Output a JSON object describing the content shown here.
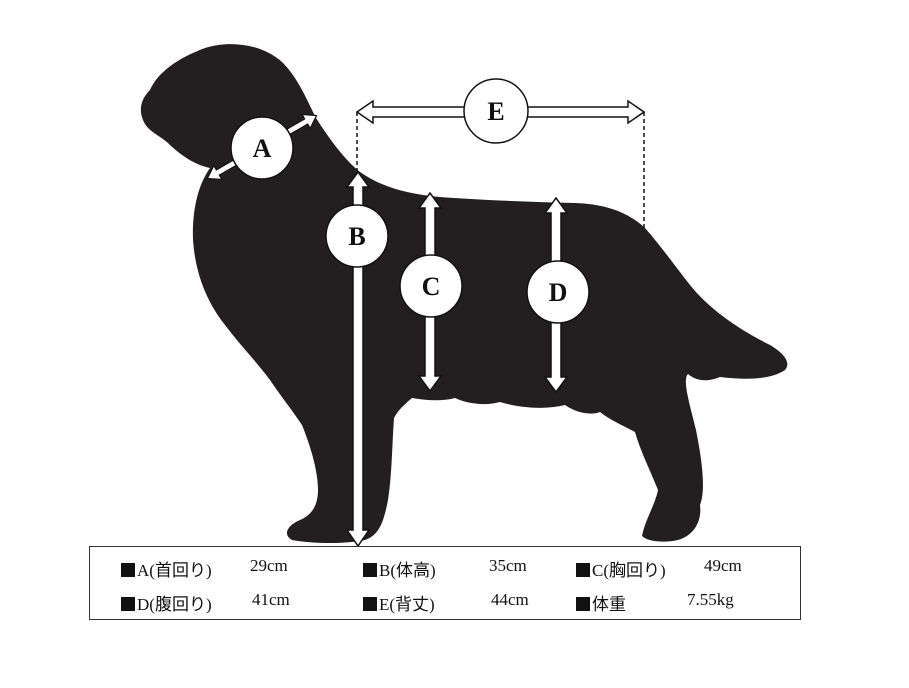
{
  "labels": {
    "a": "A",
    "b": "B",
    "c": "C",
    "d": "D",
    "e": "E"
  },
  "specs": [
    {
      "label": "A(首回り)",
      "value": "29cm"
    },
    {
      "label": "B(体高)",
      "value": "35cm"
    },
    {
      "label": "C(胸回り)",
      "value": "49cm"
    },
    {
      "label": "D(腹回り)",
      "value": "41cm"
    },
    {
      "label": "E(背丈)",
      "value": "44cm"
    },
    {
      "label": "体重",
      "value": "7.55kg"
    }
  ],
  "colors": {
    "silhouette": "#231f20",
    "arrow": "#ffffff",
    "circle_fill": "#ffffff"
  }
}
